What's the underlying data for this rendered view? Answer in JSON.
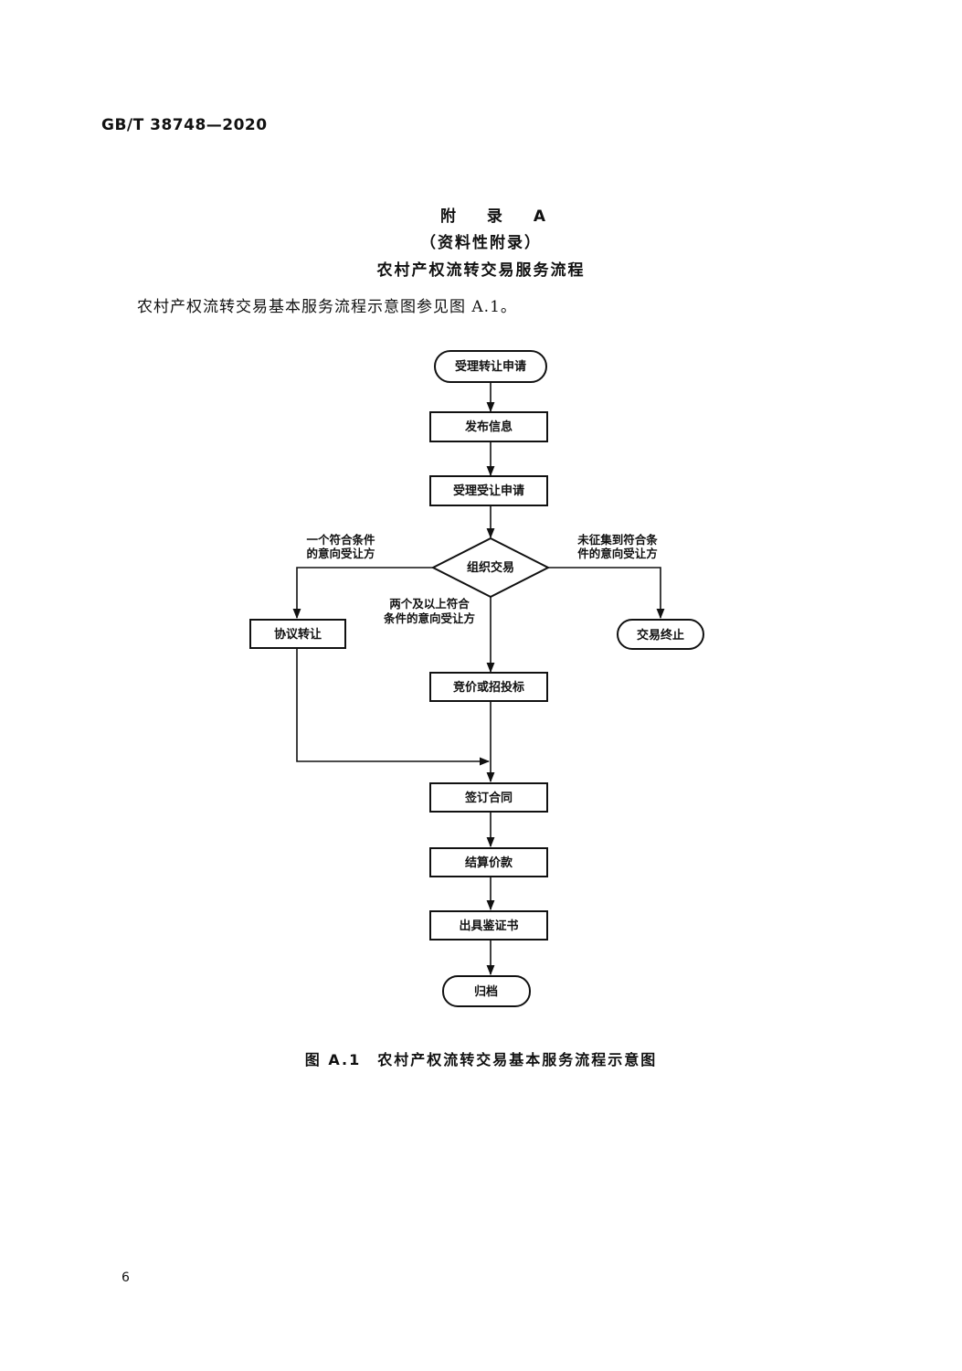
{
  "header": {
    "standard_number": "GB/T 38748—2020"
  },
  "appendix": {
    "title": "附 录 A",
    "type": "（资料性附录）",
    "name": "农村产权流转交易服务流程"
  },
  "intro_text": "农村产权流转交易基本服务流程示意图参见图 A.1。",
  "flowchart": {
    "nodes": {
      "accept_transfer": "受理转让申请",
      "publish_info": "发布信息",
      "accept_assignee": "受理受让申请",
      "organize_trade": "组织交易",
      "negotiated_transfer": "协议转让",
      "trade_terminated": "交易终止",
      "bidding": "竞价或招投标",
      "sign_contract": "签订合同",
      "settle_payment": "结算价款",
      "issue_certificate": "出具鉴证书",
      "archive": "归档"
    },
    "edge_labels": {
      "one_qualified": [
        "一个符合条件",
        "的意向受让方"
      ],
      "none_qualified": [
        "未征集到符合条",
        "件的意向受让方"
      ],
      "two_or_more": [
        "两个及以上符合",
        "条件的意向受让方"
      ]
    }
  },
  "figure": {
    "number": "图 A.1",
    "caption": "农村产权流转交易基本服务流程示意图"
  },
  "page_number": "6"
}
